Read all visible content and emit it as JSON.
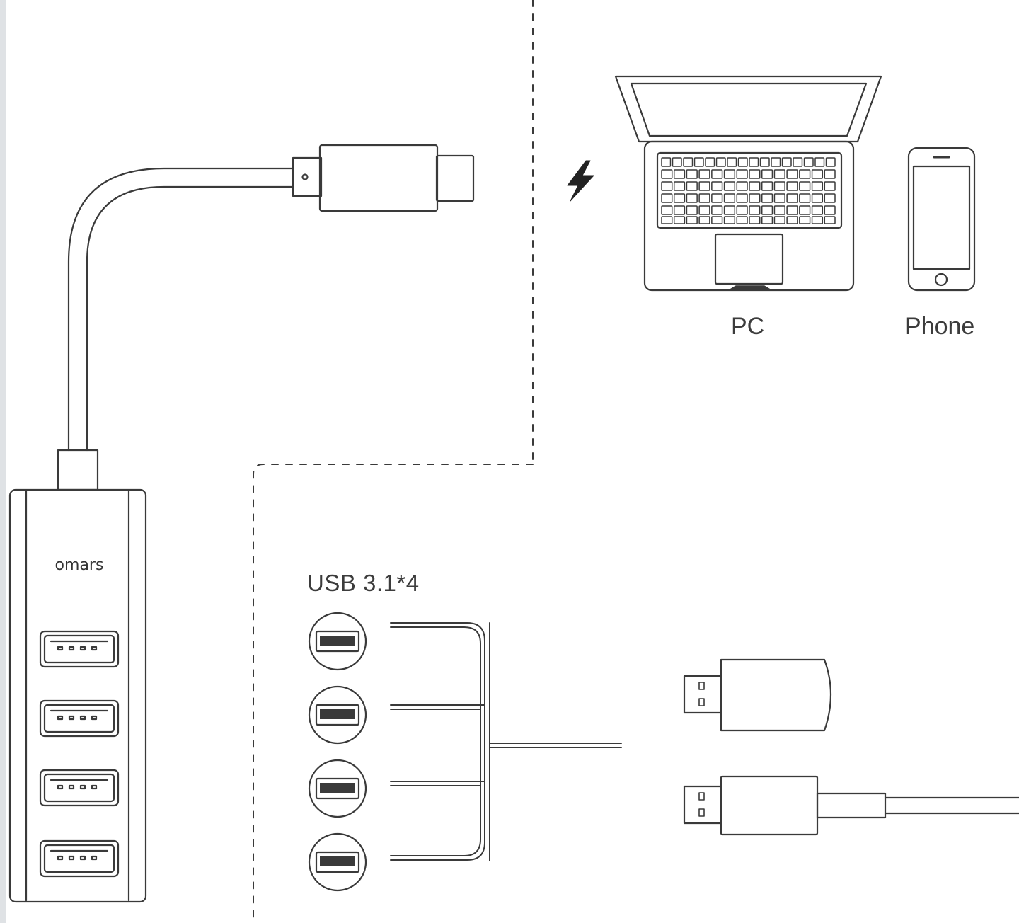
{
  "diagram": {
    "brand": "omars",
    "device_labels": {
      "pc": "PC",
      "phone": "Phone"
    },
    "port_label": "USB 3.1*4",
    "icons": {
      "power": "lightning-bolt-icon",
      "laptop": "laptop-icon",
      "phone": "smartphone-icon",
      "usb_port": "usb-a-port-icon",
      "flash_drive": "usb-flash-drive-icon",
      "usb_cable": "usb-cable-icon"
    },
    "colors": {
      "line": "#3a3a3a",
      "background": "#ffffff",
      "edge_bar": "#dfe2e5"
    }
  }
}
